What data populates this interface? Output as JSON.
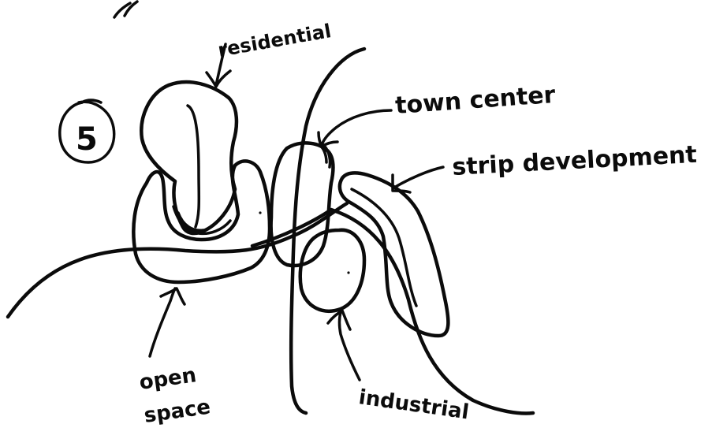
{
  "number_label": "5",
  "labels": {
    "residential": "residential",
    "town_center": "town center",
    "strip_development": "strip development",
    "open_space_line1": "open",
    "open_space_line2": "space",
    "industrial": "industrial"
  },
  "colors": {
    "ink": "#0b0b0b",
    "background": "#ffffff"
  }
}
